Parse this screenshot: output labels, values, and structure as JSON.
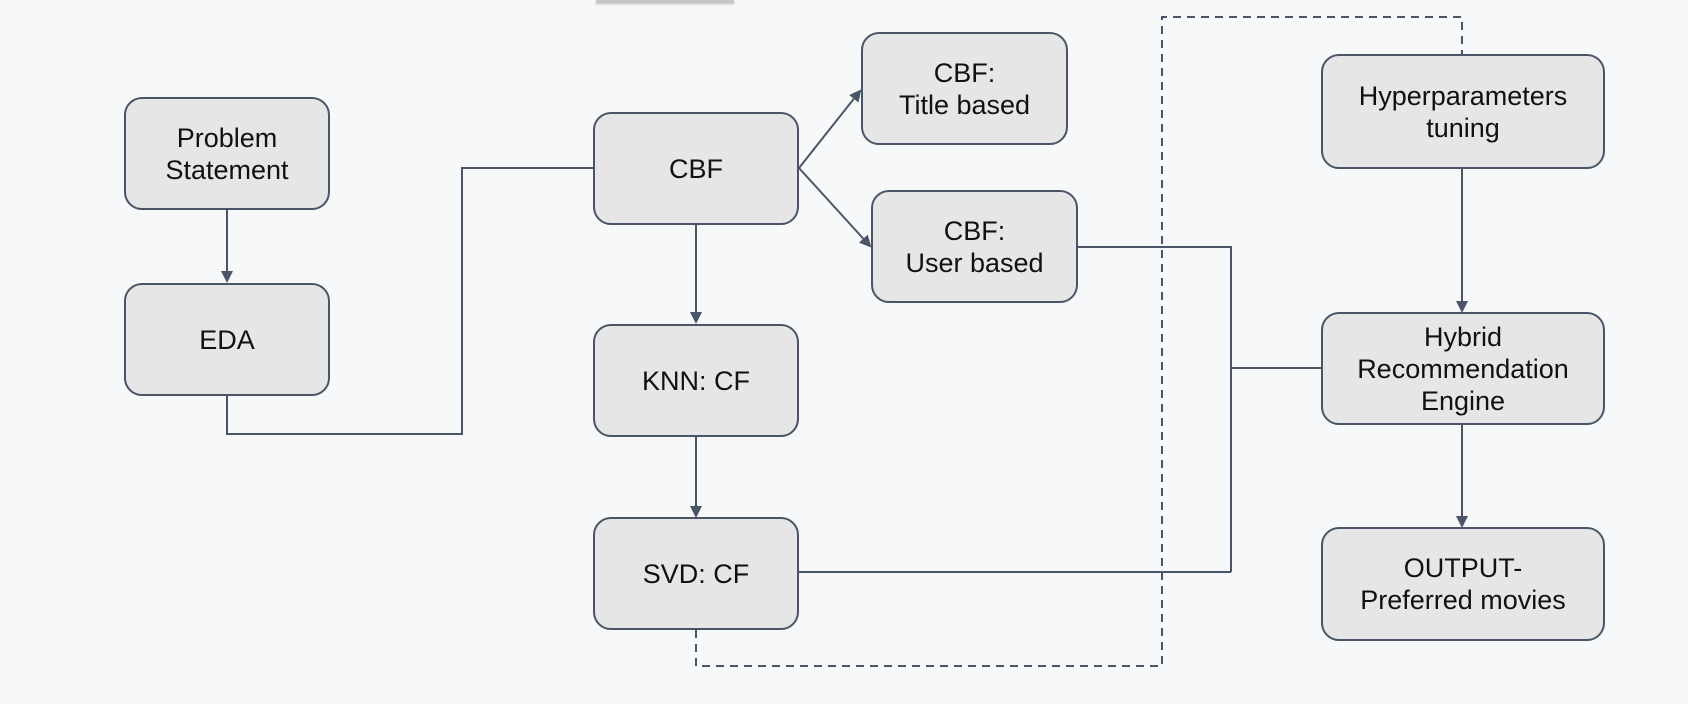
{
  "nodes": {
    "problem_statement": "Problem\nStatement",
    "eda": "EDA",
    "cbf": "CBF",
    "knn_cf": "KNN: CF",
    "svd_cf": "SVD: CF",
    "cbf_title": "CBF:\nTitle based",
    "cbf_user": "CBF:\nUser based",
    "hyperparameters": "Hyperparameters\ntuning",
    "hybrid_engine": "Hybrid\nRecommendation\nEngine",
    "output": "OUTPUT-\nPreferred movies"
  },
  "colors": {
    "node_fill": "#e6e6e6",
    "node_border": "#4a5568",
    "connector": "#4a5568",
    "background": "#f7f8fa"
  }
}
